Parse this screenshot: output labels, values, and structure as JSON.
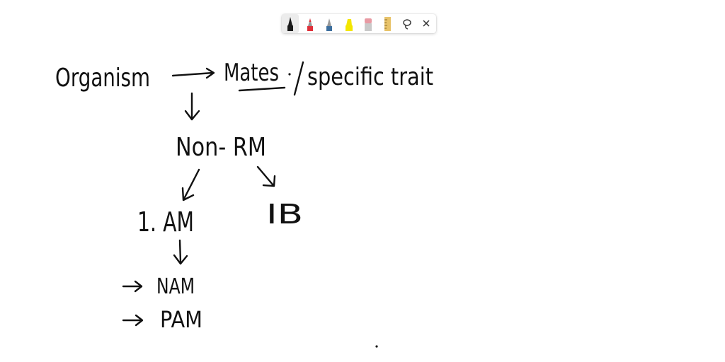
{
  "toolbar": {
    "tools": [
      {
        "icon": "black-pen-icon",
        "color": "#1a1a1a",
        "active": true
      },
      {
        "icon": "red-pen-icon",
        "color": "#e0303a",
        "active": false
      },
      {
        "icon": "blue-pen-icon",
        "color": "#3d6f9e",
        "active": false
      },
      {
        "icon": "highlighter-icon",
        "color": "#f3e600",
        "active": false
      },
      {
        "icon": "eraser-icon",
        "color": "#e89aa3",
        "active": false
      },
      {
        "icon": "ruler-icon",
        "color": "#e8c36a",
        "active": false
      },
      {
        "icon": "lasso-icon",
        "color": "#333333",
        "active": false
      },
      {
        "icon": "close-icon",
        "color": "#333333",
        "active": false
      }
    ]
  },
  "diagram": {
    "organism": "Organism",
    "mates": "Mates",
    "specific_trait": "specific trait",
    "non_rm": "Non- RM",
    "am": "1. AM",
    "ib": "IB",
    "nam": "NAM",
    "pam": "PAM"
  }
}
